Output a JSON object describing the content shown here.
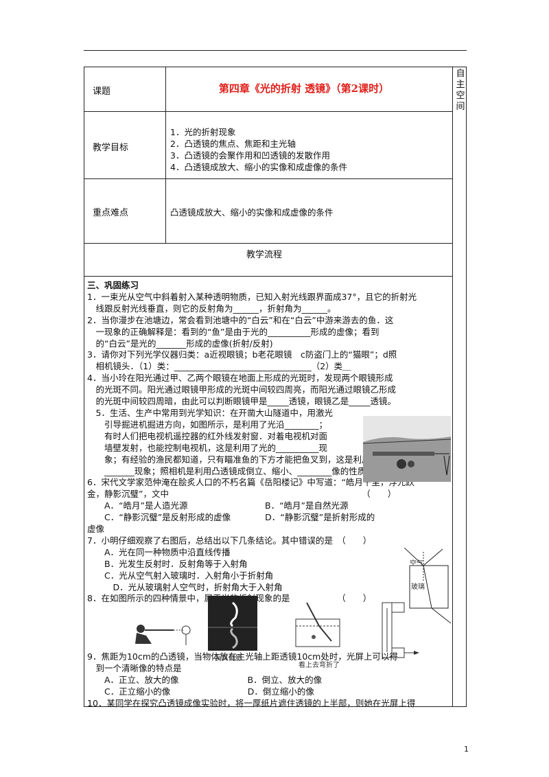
{
  "header": {
    "row_label": "课题",
    "title": "第四章《光的折射 透镜》（第2课时）",
    "side_label": "自主空间"
  },
  "goals": {
    "label": "教学目标",
    "items": [
      "1．光的折射现象",
      "2．凸透镜的焦点、焦距和主光轴",
      "3．凸透镜的会聚作用和凹透镜的发散作用",
      "4．凸透镜成放大、缩小的实像和成虚像的条件"
    ]
  },
  "difficulty": {
    "label": "重点难点",
    "text": "凸透镜成放大、缩小的实像和成虚像的条件"
  },
  "flow": {
    "label": "教学流程"
  },
  "exercise": {
    "heading": "三、巩固练习",
    "lines": [
      "1．一束光从空气中斜着射入某种透明物质，已知入射光线跟界面成37°，且它的折射光",
      "　线跟反射光线垂直，则它的反射角为______，折射角为______。",
      "2．当你漫步在池塘边，常会看到池塘中的“白云”和在“白云”中游来游去的鱼．这",
      "　一现象的正确解释是：看到的“鱼”是由于光的__________形成的虚像；看到",
      "　的“白云”是光的_______形成的虚像(折射/反射)",
      "3．请你对下列光学仪器归类：a近视眼镜；b老花眼镜　c防盗门上的“猫眼”；d照",
      "　相机镜头．（1）类：________________________________（2）类＿",
      "4．当小玲在阳光通过甲、乙两个眼镜在地面上形成的光斑时，发现两个眼镜形成",
      "　的光斑不同。阳光通过眼镜甲形成的光斑中间较四周亮，而阳光通过眼镜乙形成",
      "　的光斑中间较四周暗，由此可以判断眼镜甲是_____透镜，眼镜乙是_____透镜。",
      "　5．生活、生产中常用到光学知识：在开凿大山隧道中，用激光",
      "　　引导掘进机掘进方向，如图所示，是利用了光沿________；",
      "　　有时人们把电视机遥控器的红外线发射窗．对着电视机对面",
      "　　墙壁发射，也能控制电视机，这是利用了光的__________现",
      "　　象；有经验的渔民都知道，只有瞄准鱼的下方才能把鱼叉到，这是利用了光的",
      "　　_______现象；照相机是利用凸透镜成倒立、缩小、________像的性质制成的。",
      "6．宋代文学家范仲淹在脍炙人口的不朽名篇《岳阳楼记》中写道：“皓月千里，浮光跃",
      "金，静影沉璧”，文中　　　　　　　　　　　　　　　　　　　　　　　（　　）",
      "　　A．“皓月”是人造光源　　　　　　　　　B．“皓月”是自然光源",
      "　　C．“静影沉璧”是反射形成的虚像　　　　D．“静影沉璧”是折射形成的",
      "虚像",
      "7．小明仔细观察了右图后，总结出以下几条结论。其中错误的是　（　　）",
      "　　A．光在同一种物质中沿直线传播",
      "　　B．光发生反射时．反射角等于入射角",
      "　　C．光从空气射入玻璃时．入射角小于折射角",
      "　　　D．光从玻璃射人空气时，折射角大于入射角",
      "8．在如图所示的四种情景中，属于光的折射现象的是　　　　　　（　　）",
      "",
      "",
      "",
      "",
      "9．焦距为10cm的凸透镜，当物体放在主光轴上距透镜10cm处时，光屏上可以得",
      "　到一个清晰像的特点是",
      "　　A．正立、放大的像　　　　　　　　B．倒立、放大的像",
      "　　C．正立缩小的像　　　　　　　　　D．倒立缩小的像",
      "10．某同学在探究凸透镜成像实验时，将一厚纸片遮住透镜的上半部，则她在光屏上得"
    ]
  },
  "figure_labels": {
    "air": "空气",
    "glass": "玻璃",
    "reflection": "反其倒影",
    "refraction": "看上去弯折了"
  },
  "page_number": "1"
}
